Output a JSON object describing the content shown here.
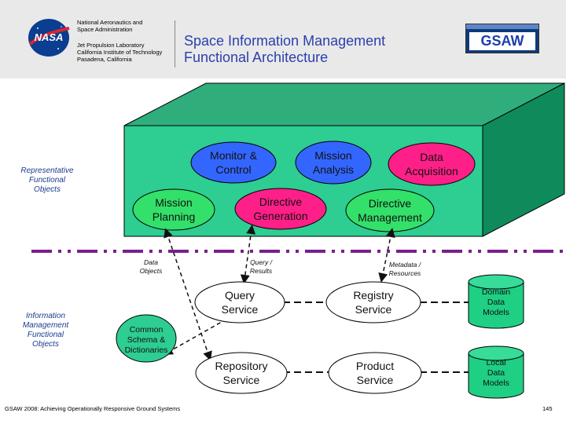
{
  "header": {
    "org_line1": "National Aeronautics and",
    "org_line2": "Space Administration",
    "jpl_line1": "Jet Propulsion Laboratory",
    "jpl_line2": "California Institute of Technology",
    "jpl_line3": "Pasadena, California",
    "title_line1": "Space Information Management",
    "title_line2": "Functional Architecture",
    "logo_left": "NASA",
    "logo_right": "GSAW"
  },
  "labels": {
    "representative": [
      "Representative",
      "Functional",
      "Objects"
    ],
    "information": [
      "Information",
      "Management",
      "Functional",
      "Objects"
    ]
  },
  "box_objects": {
    "monitor_control": [
      "Monitor &",
      "Control"
    ],
    "mission_analysis": [
      "Mission",
      "Analysis"
    ],
    "data_acquisition": [
      "Data",
      "Acquisition"
    ],
    "mission_planning": [
      "Mission",
      "Planning"
    ],
    "directive_generation": [
      "Directive",
      "Generation"
    ],
    "directive_management": [
      "Directive",
      "Management"
    ]
  },
  "flows": {
    "data_objects": [
      "Data",
      "Objects"
    ],
    "query_results": [
      "Query /",
      "Results"
    ],
    "metadata_resources": [
      "Metadata /",
      "Resources"
    ]
  },
  "services": {
    "query": [
      "Query",
      "Service"
    ],
    "registry": [
      "Registry",
      "Service"
    ],
    "repository": [
      "Repository",
      "Service"
    ],
    "product": [
      "Product",
      "Service"
    ],
    "common_schema": [
      "Common",
      "Schema &",
      "Dictionaries"
    ]
  },
  "stores": {
    "domain": [
      "Domain",
      "Data",
      "Models"
    ],
    "local": [
      "Local",
      "Data",
      "Models"
    ]
  },
  "footer": {
    "citation": "GSAW 2008: Achieving Operationally Responsive Ground Systems",
    "page": "145"
  },
  "colors": {
    "box_front": "#2ecd92",
    "box_top": "#2fae7c",
    "box_side": "#0f8a5b",
    "oval_blue": "#3366ff",
    "oval_magenta": "#ff1f88",
    "oval_green": "#33e06a",
    "cylinder": "#1ecf84",
    "dashline": "#7a1f8c"
  }
}
